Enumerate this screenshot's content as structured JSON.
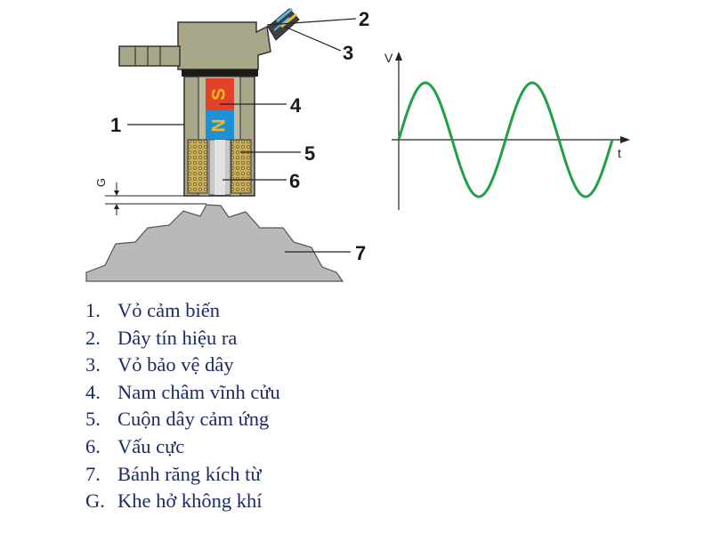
{
  "callouts": [
    "1",
    "2",
    "3",
    "4",
    "5",
    "6",
    "7"
  ],
  "magnet": {
    "south": "S",
    "north": "N"
  },
  "gap_label": "G",
  "graph": {
    "y_label": "V",
    "x_label": "t",
    "wave_color": "#23a046"
  },
  "colors": {
    "south_pole": "#e4412b",
    "north_pole": "#1e90d6",
    "pole_text": "#f0b81f",
    "housing": "#a8a78a",
    "gear": "#b9b9b9",
    "coil": "#c9ad58"
  },
  "legend": [
    {
      "num": "1.",
      "text": "Vỏ cảm biến"
    },
    {
      "num": "2.",
      "text": "Dây tín hiệu ra"
    },
    {
      "num": "3.",
      "text": "Vỏ bảo vệ dây"
    },
    {
      "num": "4.",
      "text": "Nam châm vĩnh cửu"
    },
    {
      "num": "5.",
      "text": "Cuộn dây cảm ứng"
    },
    {
      "num": "6.",
      "text": "Vấu cực"
    },
    {
      "num": "7.",
      "text": "Bánh răng kích từ"
    },
    {
      "num": "G.",
      "text": "Khe hở không khí"
    }
  ]
}
